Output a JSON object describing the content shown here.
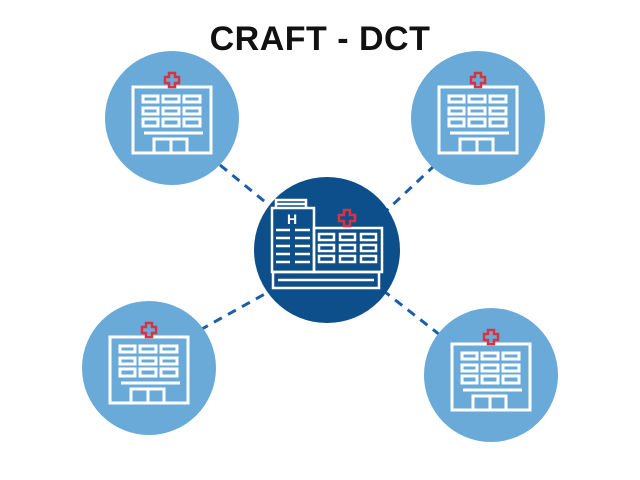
{
  "title": "CRAFT - DCT",
  "hub_label": "H",
  "colors": {
    "hub": "#0d4f8b",
    "site": "#6aaad8",
    "link": "#1a5ea8",
    "cross": "#d9333f",
    "line": "#ffffff"
  },
  "nodes": [
    {
      "name": "site-top-left",
      "type": "site"
    },
    {
      "name": "site-top-right",
      "type": "site"
    },
    {
      "name": "site-bottom-left",
      "type": "site"
    },
    {
      "name": "site-bottom-right",
      "type": "site"
    },
    {
      "name": "central-hospital",
      "type": "hub"
    }
  ]
}
